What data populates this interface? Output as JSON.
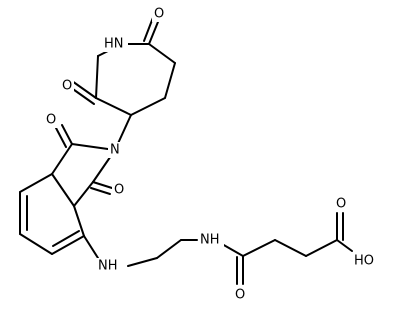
{
  "molecule": {
    "atoms": [
      {
        "id": "n_imide",
        "label": "HN"
      },
      {
        "id": "o_glut_top",
        "label": "O"
      },
      {
        "id": "o_glut_left",
        "label": "O"
      },
      {
        "id": "n_isoindoline",
        "label": "N"
      },
      {
        "id": "o_isoindoline_top",
        "label": "O"
      },
      {
        "id": "o_isoindoline_bottom",
        "label": "O"
      },
      {
        "id": "n_aryl_amine",
        "label": "NH"
      },
      {
        "id": "n_amide",
        "label": "NH"
      },
      {
        "id": "o_amide",
        "label": "O"
      },
      {
        "id": "o_acid_top",
        "label": "O"
      },
      {
        "id": "o_acid_oh",
        "label": "HO"
      }
    ]
  }
}
